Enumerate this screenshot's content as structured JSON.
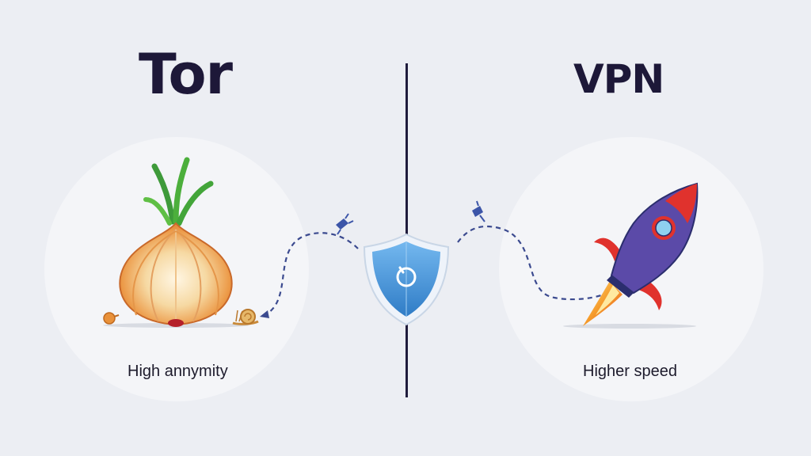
{
  "titles": {
    "left": "Tor",
    "right": "VPN"
  },
  "captions": {
    "left": "High annymity",
    "right": "Higher speed"
  },
  "icons": {
    "left_illustration": "onion-icon",
    "left_small": "snail-icon",
    "center": "shield-icon",
    "right_illustration": "rocket-icon"
  },
  "colors": {
    "title": "#1d1838",
    "divider": "#1f1b3c",
    "shield": "#3d8fd6",
    "path": "#3b4a8f"
  }
}
